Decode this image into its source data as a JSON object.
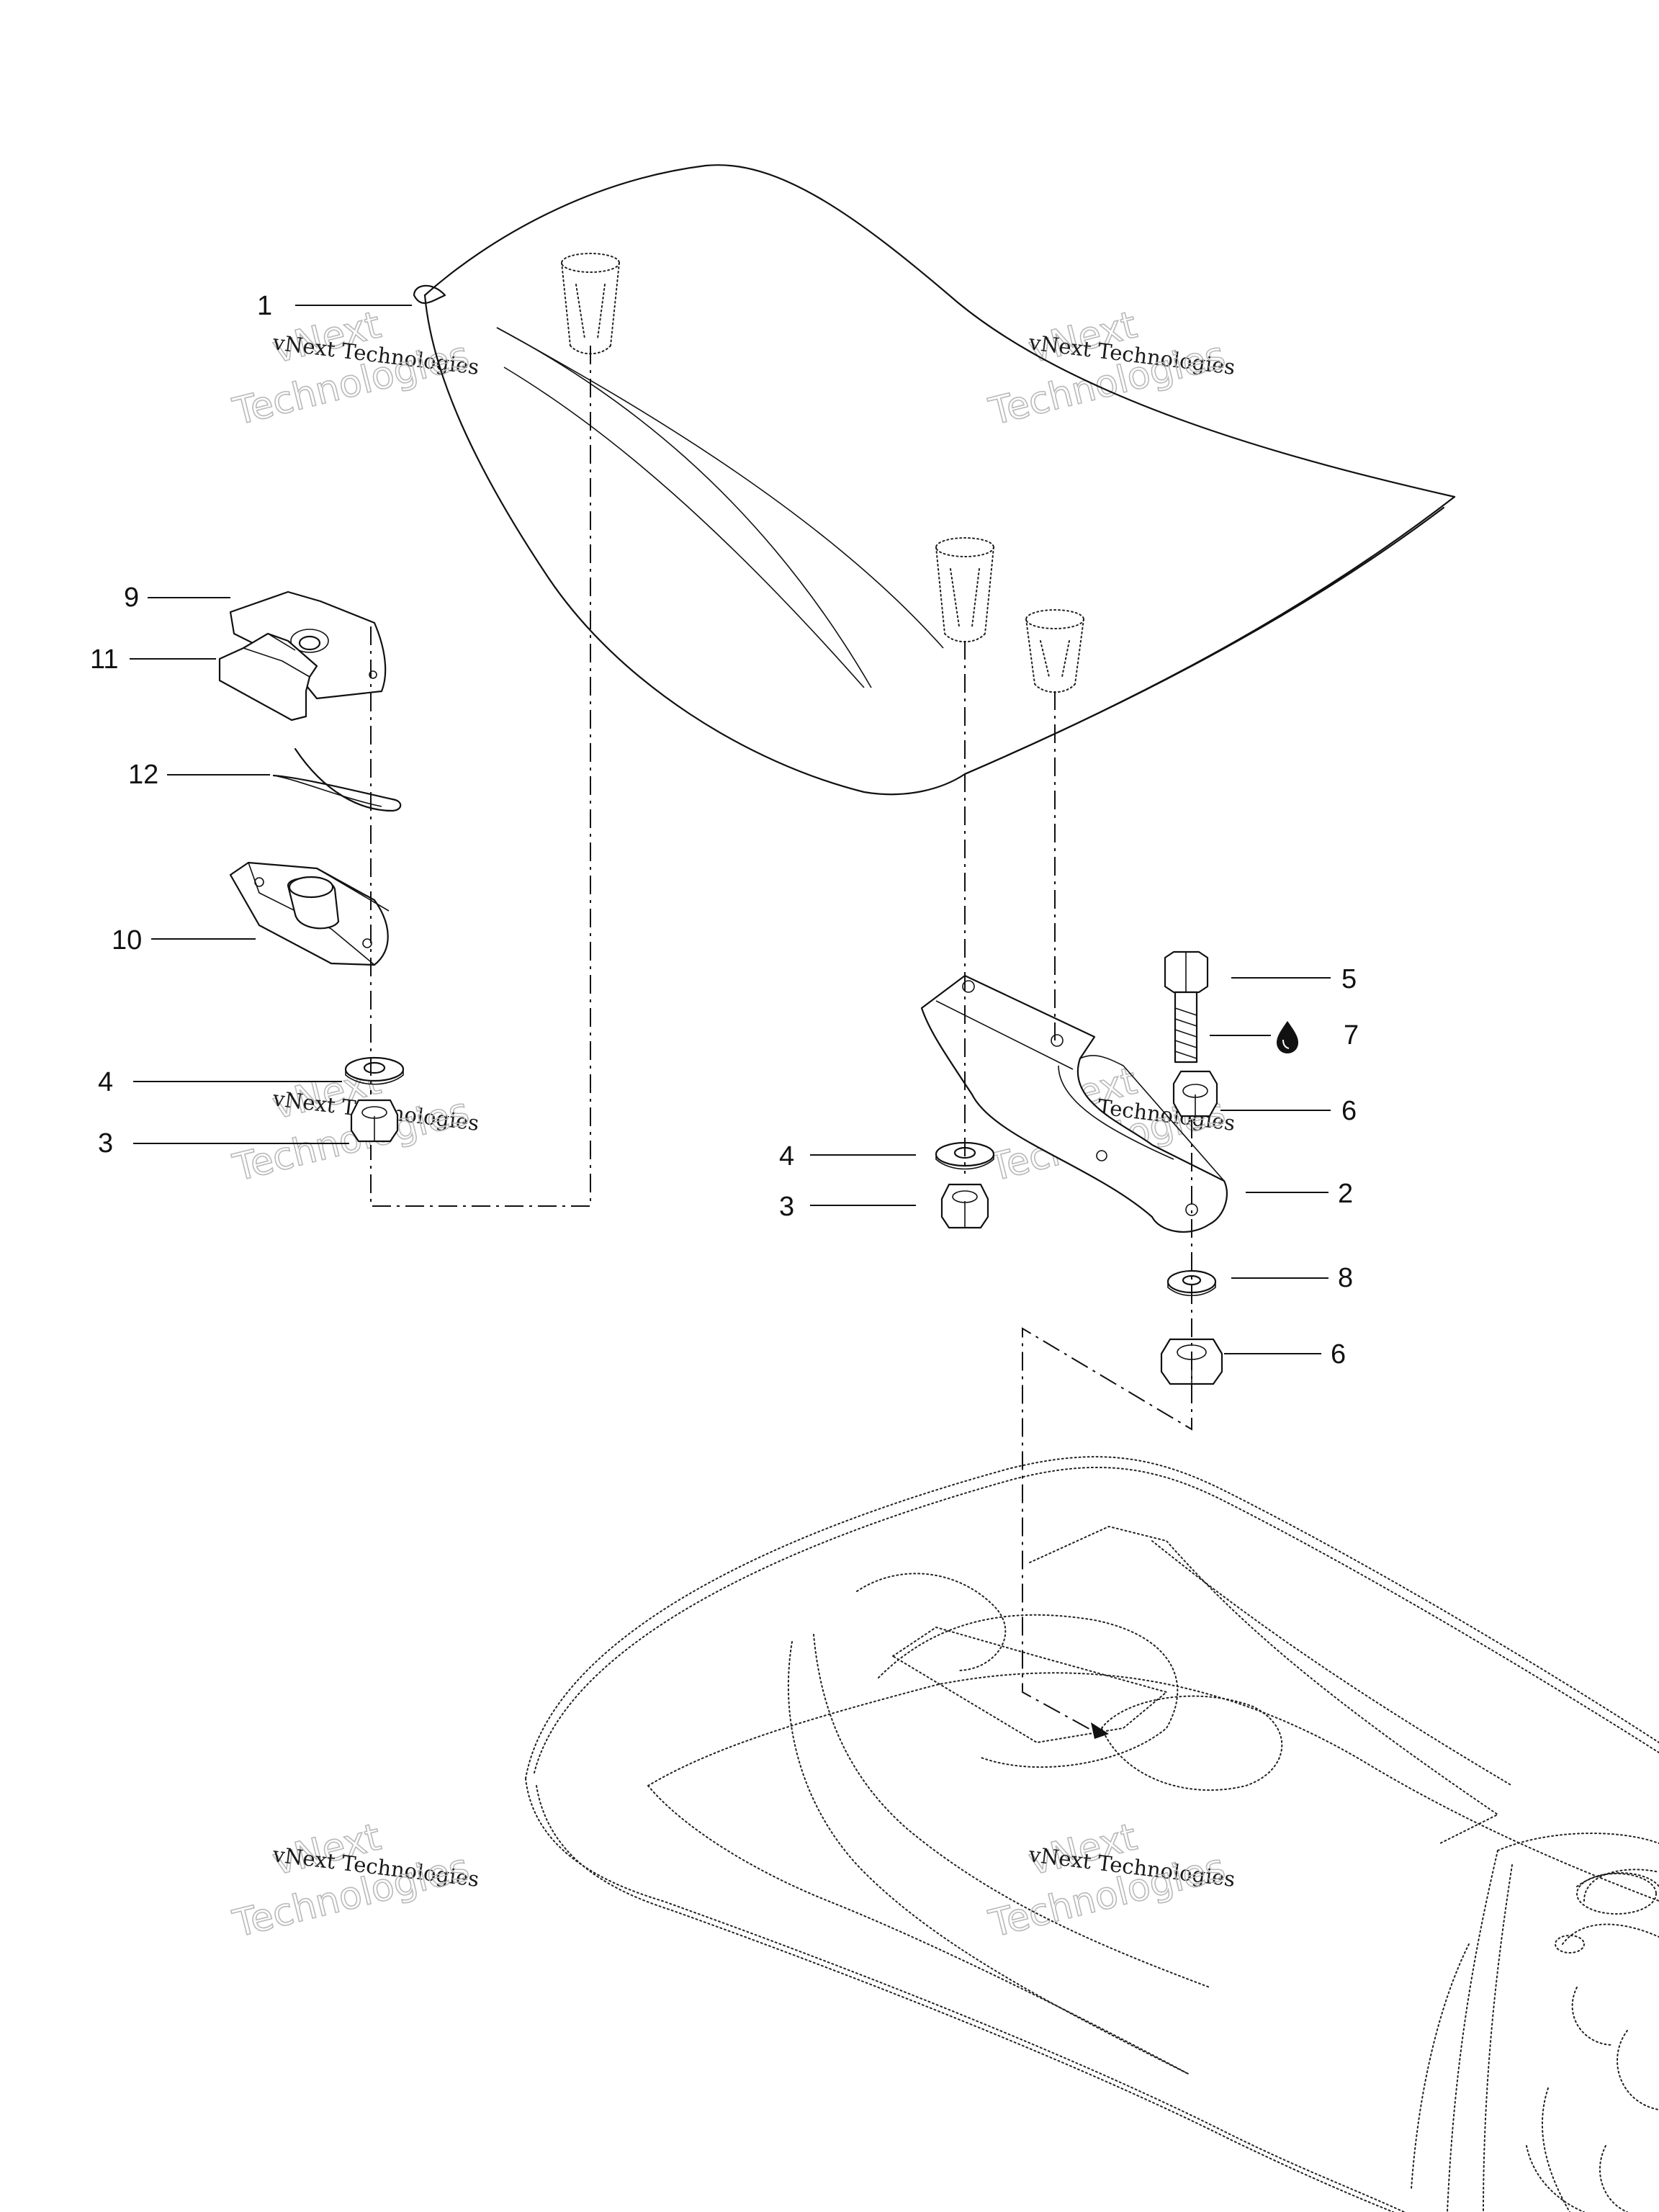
{
  "callouts": [
    {
      "id": "c1",
      "label": "1"
    },
    {
      "id": "c9",
      "label": "9"
    },
    {
      "id": "c11",
      "label": "11"
    },
    {
      "id": "c12",
      "label": "12"
    },
    {
      "id": "c10",
      "label": "10"
    },
    {
      "id": "c4a",
      "label": "4"
    },
    {
      "id": "c3a",
      "label": "3"
    },
    {
      "id": "c5",
      "label": "5"
    },
    {
      "id": "c7",
      "label": "7"
    },
    {
      "id": "c6a",
      "label": "6"
    },
    {
      "id": "c4b",
      "label": "4"
    },
    {
      "id": "c2",
      "label": "2"
    },
    {
      "id": "c3b",
      "label": "3"
    },
    {
      "id": "c8",
      "label": "8"
    },
    {
      "id": "c6b",
      "label": "6"
    }
  ],
  "watermark": {
    "line1": "vNext Technologies",
    "line2": "vNext",
    "line3": "Technologies"
  },
  "icons": {
    "lubricant": "oil-drop-icon"
  }
}
